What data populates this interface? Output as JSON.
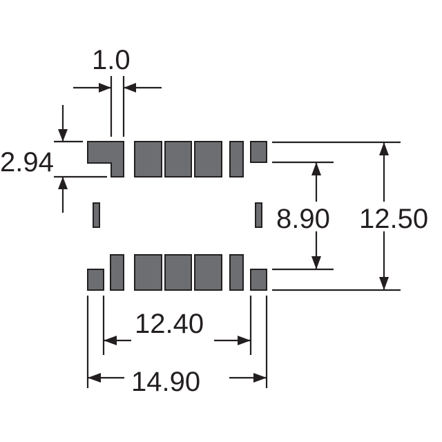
{
  "diagram": {
    "dimensions": {
      "pad_gap": "1.0",
      "pad_height": "2.94",
      "row_inner_spacing": "8.90",
      "row_outer_spacing": "12.50",
      "inner_span": "12.40",
      "outer_span": "14.90"
    },
    "colors": {
      "pad_fill": "#6d6e71",
      "outline": "#231f20",
      "background": "#ffffff"
    }
  }
}
